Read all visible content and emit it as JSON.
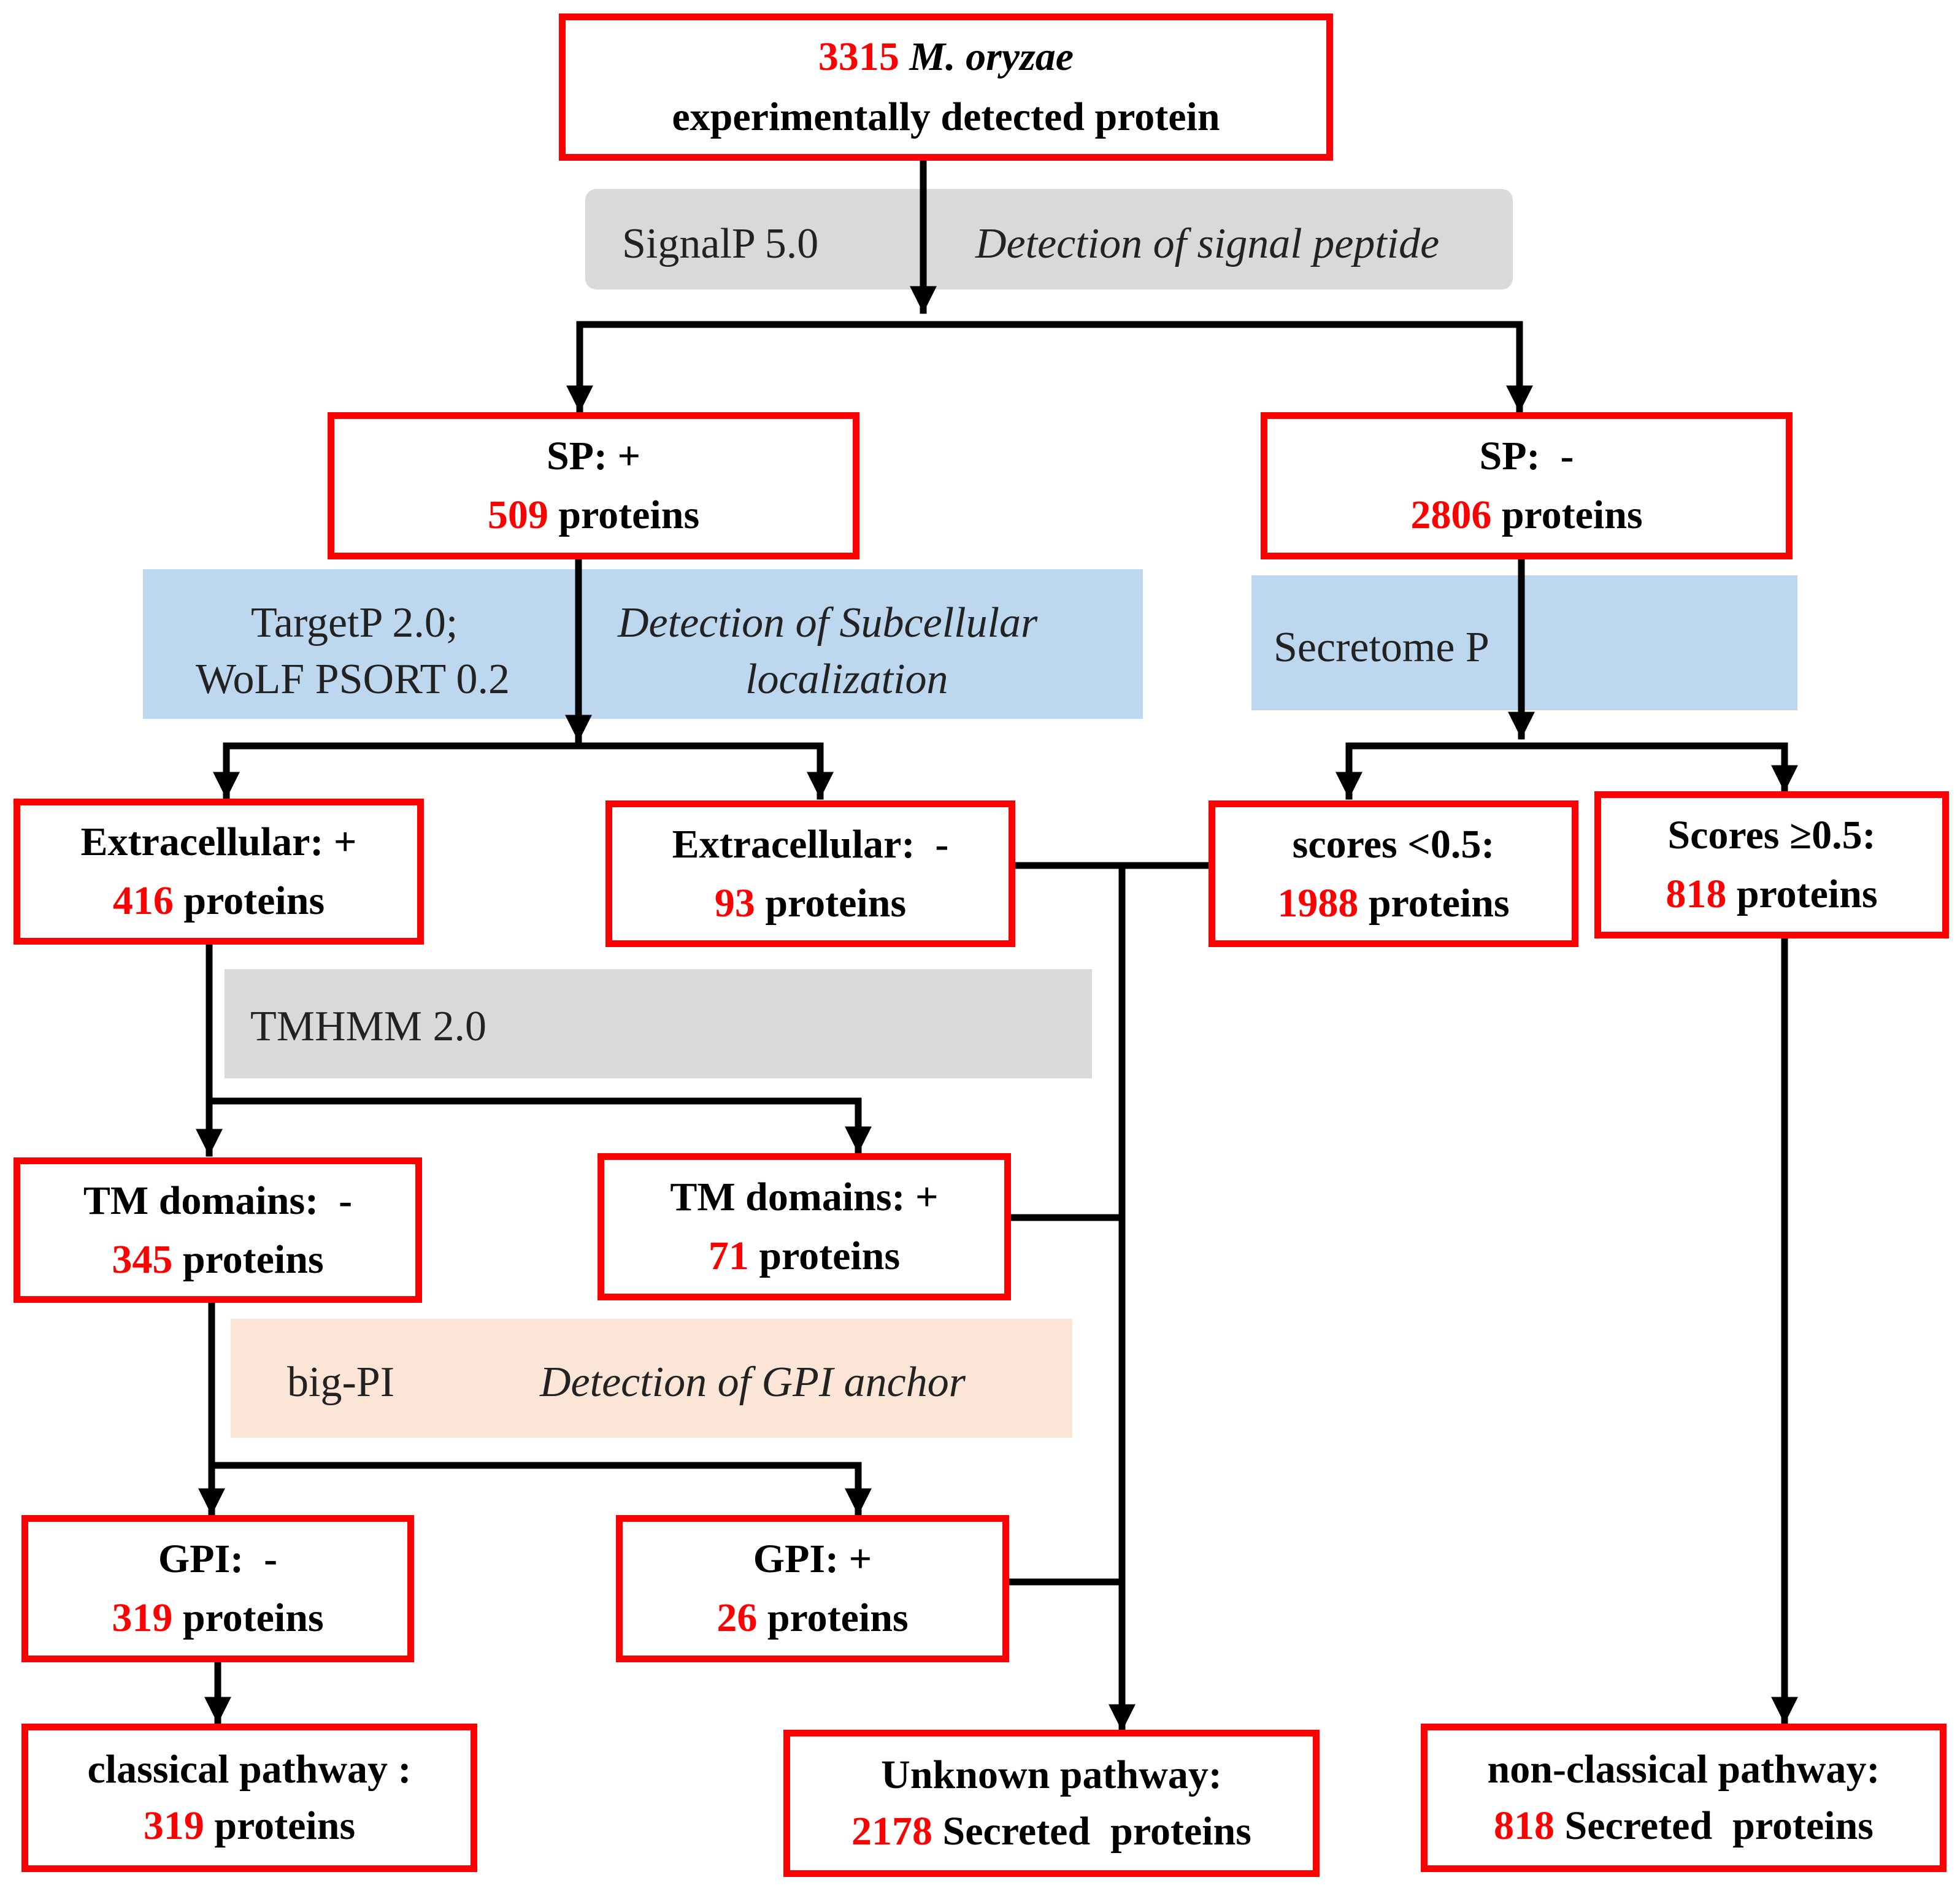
{
  "colors": {
    "box_border": "#ff0000",
    "number": "#ff0000",
    "grey_band": "#d9d9d9",
    "blue_band": "#bdd7ee",
    "peach_band": "#fbe5d6",
    "connector": "#000000"
  },
  "root": {
    "count": "3315",
    "species": "M. oryzae",
    "line2": "experimentally detected protein"
  },
  "tools": {
    "signalp": {
      "name": "SignalP 5.0",
      "desc": "Detection of signal peptide"
    },
    "targetp": {
      "name_line1": "TargetP 2.0;",
      "name_line2": "WoLF PSORT 0.2",
      "desc_line1": "Detection of  Subcellular",
      "desc_line2": "localization"
    },
    "secretome": {
      "name": "Secretome P"
    },
    "tmhmm": {
      "name": "TMHMM 2.0"
    },
    "bigpi": {
      "name": "big-PI",
      "desc": "Detection of GPI anchor"
    }
  },
  "boxes": {
    "sp_pos": {
      "label": "SP: +",
      "count": "509",
      "unit": "proteins"
    },
    "sp_neg": {
      "label": "SP:  -",
      "count": "2806",
      "unit": "proteins"
    },
    "extra_pos": {
      "label": "Extracellular: +",
      "count": "416",
      "unit": "proteins"
    },
    "extra_neg": {
      "label": "Extracellular:  -",
      "count": "93",
      "unit": "proteins"
    },
    "score_low": {
      "label": "scores <0.5:",
      "count": "1988",
      "unit": "proteins"
    },
    "score_high": {
      "label": "Scores ≥0.5:",
      "count": "818",
      "unit": "proteins"
    },
    "tm_neg": {
      "label": "TM domains:  -",
      "count": "345",
      "unit": "proteins"
    },
    "tm_pos": {
      "label": "TM domains: +",
      "count": "71",
      "unit": "proteins"
    },
    "gpi_neg": {
      "label": "GPI:  -",
      "count": "319",
      "unit": "proteins"
    },
    "gpi_pos": {
      "label": "GPI: +",
      "count": "26",
      "unit": "proteins"
    },
    "classical": {
      "label": "classical pathway :",
      "count": "319",
      "unit": "proteins"
    },
    "unknown": {
      "label": "Unknown pathway:",
      "count": "2178",
      "unit": "Secreted  proteins"
    },
    "nonclassical": {
      "label": "non-classical pathway:",
      "count": "818",
      "unit": "Secreted  proteins"
    }
  }
}
